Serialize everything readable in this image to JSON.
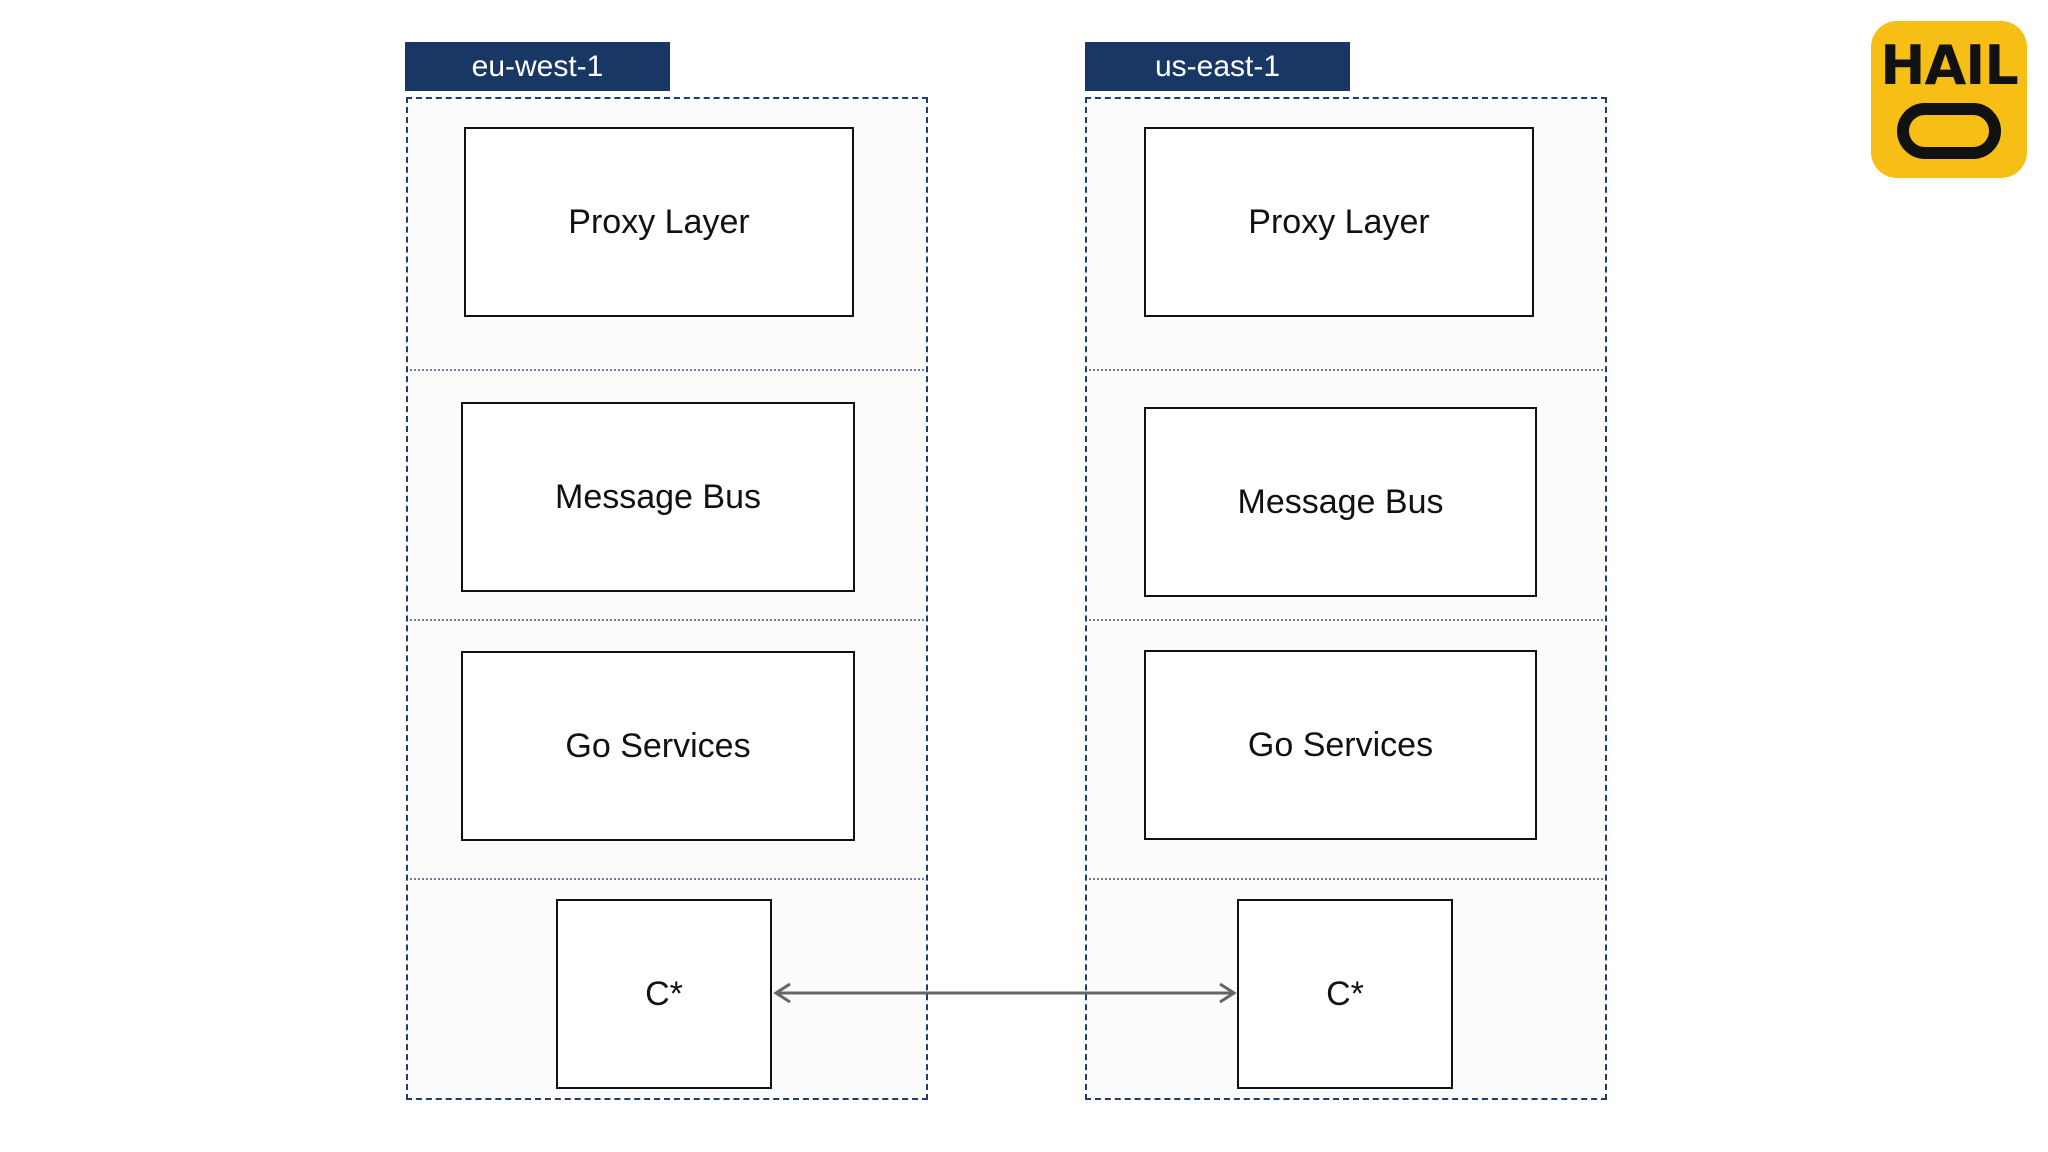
{
  "regions": [
    {
      "name": "eu-west-1",
      "layers": [
        "Proxy Layer",
        "Message Bus",
        "Go Services",
        "C*"
      ]
    },
    {
      "name": "us-east-1",
      "layers": [
        "Proxy Layer",
        "Message Bus",
        "Go Services",
        "C*"
      ]
    }
  ],
  "logo": {
    "text": "HAIL",
    "color": "#f7be16"
  },
  "colors": {
    "tab": "#193764",
    "region_border": "#1f3c6a",
    "box_border": "#111111",
    "arrow": "#666666"
  }
}
